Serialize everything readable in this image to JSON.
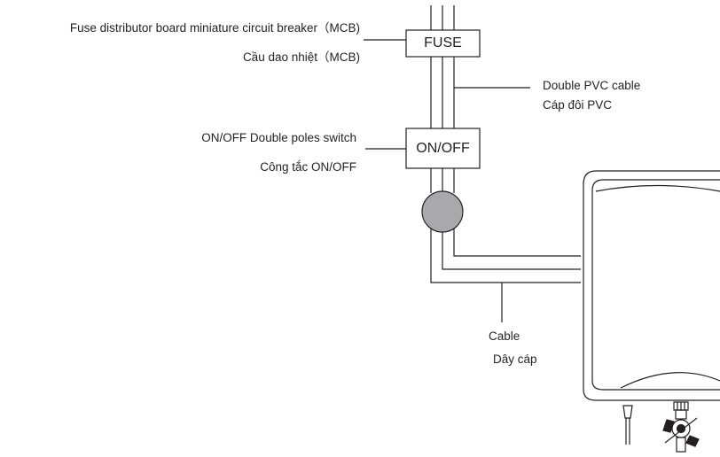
{
  "labels": {
    "fuse_en": "Fuse distributor board miniature circuit breaker（MCB)",
    "fuse_vi": "Cầu dao nhiệt（MCB)",
    "pvc_en": "Double PVC cable",
    "pvc_vi": "Cáp đôi PVC",
    "switch_en": "ON/OFF Double poles switch",
    "switch_vi": "Công tắc ON/OFF",
    "cable_en": "Cable",
    "cable_vi": "Dây cáp"
  },
  "boxes": {
    "fuse": "FUSE",
    "switch": "ON/OFF"
  },
  "colors": {
    "line": "#231f20",
    "junction_fill": "#a7a9ac"
  },
  "icons": [
    "plug-icon",
    "valve-icon"
  ]
}
